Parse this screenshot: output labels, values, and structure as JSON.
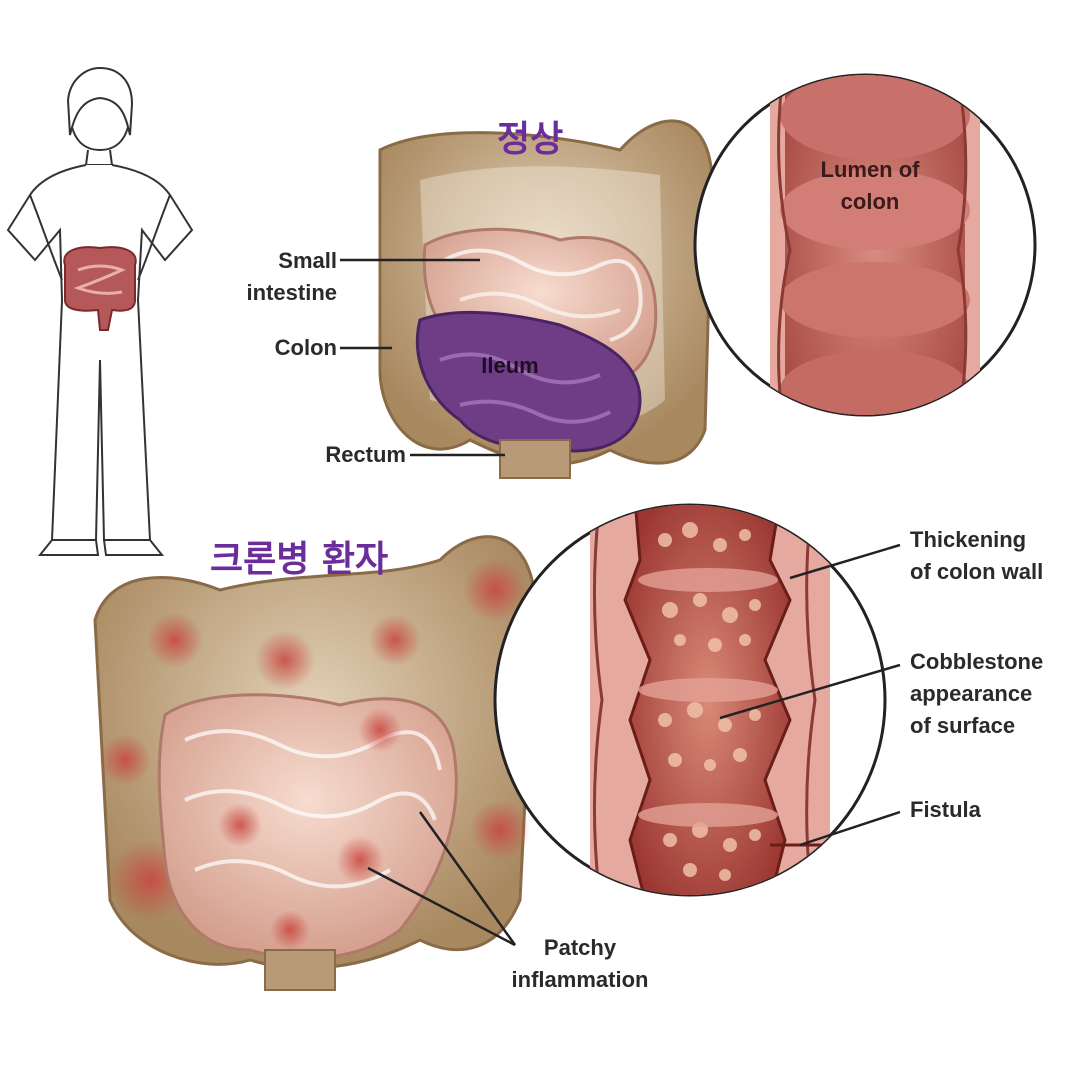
{
  "titles": {
    "normal": "정상",
    "crohns": "크론병 환자"
  },
  "normal_labels": {
    "small_intestine_line1": "Small",
    "small_intestine_line2": "intestine",
    "colon": "Colon",
    "ileum": "Ileum",
    "rectum": "Rectum",
    "lumen_line1": "Lumen of",
    "lumen_line2": "colon"
  },
  "crohns_labels": {
    "thickening_line1": "Thickening",
    "thickening_line2": "of colon wall",
    "cobblestone_line1": "Cobblestone",
    "cobblestone_line2": "appearance",
    "cobblestone_line3": "of surface",
    "fistula": "Fistula",
    "patchy_line1": "Patchy",
    "patchy_line2": "inflammation"
  },
  "colors": {
    "colon_tan": "#b89a78",
    "colon_tan_light": "#d6c2a6",
    "small_intestine_pink": "#e8bfae",
    "ileum_purple": "#6e3d86",
    "lumen_red": "#c2635a",
    "inflamed_red": "#b84c46",
    "title_purple": "#6a2d9a"
  }
}
